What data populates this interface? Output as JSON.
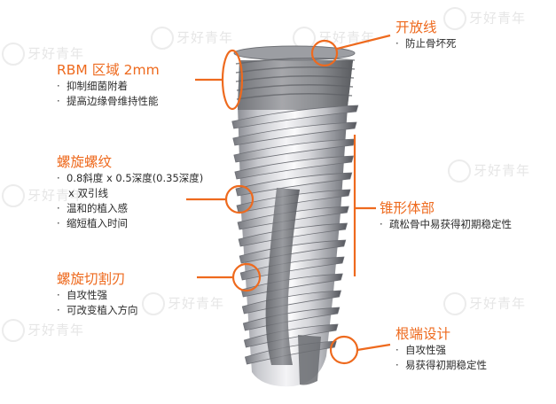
{
  "colors": {
    "accent": "#ee6a1e",
    "text": "#2b2b2b",
    "implant_light": "#f0f0f2",
    "implant_dark": "#6e7076",
    "watermark": "#e6e6e6"
  },
  "watermark_text": "牙好青年",
  "bullet": "·",
  "labels": {
    "rbm": {
      "title": "RBM 区域 2mm",
      "items": [
        "抑制细菌附着",
        "提高边缘骨维持性能"
      ]
    },
    "open_thread": {
      "title": "开放线",
      "items": [
        "防止骨坏死"
      ]
    },
    "helix": {
      "title": "螺旋螺纹",
      "items": [
        "0.8斜度 x 0.5深度(0.35深度)",
        "温和的植入感",
        "缩短植入时间"
      ],
      "continuation": "x 双引线"
    },
    "taper": {
      "title": "锥形体部",
      "items": [
        "疏松骨中易获得初期稳定性"
      ]
    },
    "cutting": {
      "title": "螺旋切割刃",
      "items": [
        "自攻性强",
        "可改变植入方向"
      ]
    },
    "apex": {
      "title": "根端设计",
      "items": [
        "自攻性强",
        "易获得初期稳定性"
      ]
    }
  }
}
